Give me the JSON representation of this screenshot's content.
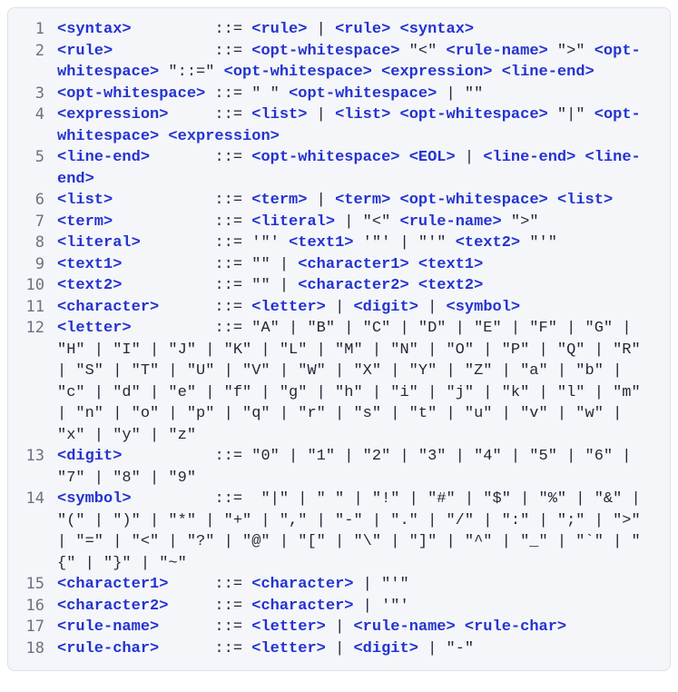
{
  "colors": {
    "page_bg": "#ffffff",
    "panel_bg": "#f4f6f9",
    "panel_border": "#dbe1e8",
    "tag": "#2433d0",
    "text": "#23283a",
    "gutter": "#6b7380"
  },
  "code": {
    "language": "bnf",
    "lines": [
      {
        "n": 1,
        "s": [
          [
            "t",
            "<syntax>"
          ],
          [
            "p",
            "         ::= "
          ],
          [
            "t",
            "<rule>"
          ],
          [
            "p",
            " | "
          ],
          [
            "t",
            "<rule>"
          ],
          [
            "p",
            " "
          ],
          [
            "t",
            "<syntax>"
          ]
        ]
      },
      {
        "n": 2,
        "s": [
          [
            "t",
            "<rule>"
          ],
          [
            "p",
            "           ::= "
          ],
          [
            "t",
            "<opt-whitespace>"
          ],
          [
            "p",
            " \"<\" "
          ],
          [
            "t",
            "<rule-name>"
          ],
          [
            "p",
            " \">\" "
          ],
          [
            "t",
            "<opt-whitespace>"
          ],
          [
            "p",
            " \"::=\" "
          ],
          [
            "t",
            "<opt-whitespace>"
          ],
          [
            "p",
            " "
          ],
          [
            "t",
            "<expression>"
          ],
          [
            "p",
            " "
          ],
          [
            "t",
            "<line-end>"
          ]
        ]
      },
      {
        "n": 3,
        "s": [
          [
            "t",
            "<opt-whitespace>"
          ],
          [
            "p",
            " ::= \" \" "
          ],
          [
            "t",
            "<opt-whitespace>"
          ],
          [
            "p",
            " | \"\""
          ]
        ]
      },
      {
        "n": 4,
        "s": [
          [
            "t",
            "<expression>"
          ],
          [
            "p",
            "     ::= "
          ],
          [
            "t",
            "<list>"
          ],
          [
            "p",
            " | "
          ],
          [
            "t",
            "<list>"
          ],
          [
            "p",
            " "
          ],
          [
            "t",
            "<opt-whitespace>"
          ],
          [
            "p",
            " \"|\" "
          ],
          [
            "t",
            "<opt-whitespace>"
          ],
          [
            "p",
            " "
          ],
          [
            "t",
            "<expression>"
          ]
        ]
      },
      {
        "n": 5,
        "s": [
          [
            "t",
            "<line-end>"
          ],
          [
            "p",
            "       ::= "
          ],
          [
            "t",
            "<opt-whitespace>"
          ],
          [
            "p",
            " "
          ],
          [
            "t",
            "<EOL>"
          ],
          [
            "p",
            " | "
          ],
          [
            "t",
            "<line-end>"
          ],
          [
            "p",
            " "
          ],
          [
            "t",
            "<line-end>"
          ]
        ]
      },
      {
        "n": 6,
        "s": [
          [
            "t",
            "<list>"
          ],
          [
            "p",
            "           ::= "
          ],
          [
            "t",
            "<term>"
          ],
          [
            "p",
            " | "
          ],
          [
            "t",
            "<term>"
          ],
          [
            "p",
            " "
          ],
          [
            "t",
            "<opt-whitespace>"
          ],
          [
            "p",
            " "
          ],
          [
            "t",
            "<list>"
          ]
        ]
      },
      {
        "n": 7,
        "s": [
          [
            "t",
            "<term>"
          ],
          [
            "p",
            "           ::= "
          ],
          [
            "t",
            "<literal>"
          ],
          [
            "p",
            " | \"<\" "
          ],
          [
            "t",
            "<rule-name>"
          ],
          [
            "p",
            " \">\""
          ]
        ]
      },
      {
        "n": 8,
        "s": [
          [
            "t",
            "<literal>"
          ],
          [
            "p",
            "        ::= '\"' "
          ],
          [
            "t",
            "<text1>"
          ],
          [
            "p",
            " '\"' | \"'\" "
          ],
          [
            "t",
            "<text2>"
          ],
          [
            "p",
            " \"'\""
          ]
        ]
      },
      {
        "n": 9,
        "s": [
          [
            "t",
            "<text1>"
          ],
          [
            "p",
            "          ::= \"\" | "
          ],
          [
            "t",
            "<character1>"
          ],
          [
            "p",
            " "
          ],
          [
            "t",
            "<text1>"
          ]
        ]
      },
      {
        "n": 10,
        "s": [
          [
            "t",
            "<text2>"
          ],
          [
            "p",
            "          ::= \"\" | "
          ],
          [
            "t",
            "<character2>"
          ],
          [
            "p",
            " "
          ],
          [
            "t",
            "<text2>"
          ]
        ]
      },
      {
        "n": 11,
        "s": [
          [
            "t",
            "<character>"
          ],
          [
            "p",
            "      ::= "
          ],
          [
            "t",
            "<letter>"
          ],
          [
            "p",
            " | "
          ],
          [
            "t",
            "<digit>"
          ],
          [
            "p",
            " | "
          ],
          [
            "t",
            "<symbol>"
          ]
        ]
      },
      {
        "n": 12,
        "s": [
          [
            "t",
            "<letter>"
          ],
          [
            "p",
            "         ::= \"A\" | \"B\" | \"C\" | \"D\" | \"E\" | \"F\" | \"G\" | \"H\" | \"I\" | \"J\" | \"K\" | \"L\" | \"M\" | \"N\" | \"O\" | \"P\" | \"Q\" | \"R\" | \"S\" | \"T\" | \"U\" | \"V\" | \"W\" | \"X\" | \"Y\" | \"Z\" | \"a\" | \"b\" | \"c\" | \"d\" | \"e\" | \"f\" | \"g\" | \"h\" | \"i\" | \"j\" | \"k\" | \"l\" | \"m\" | \"n\" | \"o\" | \"p\" | \"q\" | \"r\" | \"s\" | \"t\" | \"u\" | \"v\" | \"w\" | \"x\" | \"y\" | \"z\""
          ]
        ]
      },
      {
        "n": 13,
        "s": [
          [
            "t",
            "<digit>"
          ],
          [
            "p",
            "          ::= \"0\" | \"1\" | \"2\" | \"3\" | \"4\" | \"5\" | \"6\" | \"7\" | \"8\" | \"9\""
          ]
        ]
      },
      {
        "n": 14,
        "s": [
          [
            "t",
            "<symbol>"
          ],
          [
            "p",
            "         ::=  \"|\" | \" \" | \"!\" | \"#\" | \"$\" | \"%\" | \"&\" | \"(\" | \")\" | \"*\" | \"+\" | \",\" | \"-\" | \".\" | \"/\" | \":\" | \";\" | \">\" | \"=\" | \"<\" | \"?\" | \"@\" | \"[\" | \"\\\" | \"]\" | \"^\" | \"_\" | \"`\" | \"{\" | \"}\" | \"~\""
          ]
        ]
      },
      {
        "n": 15,
        "s": [
          [
            "t",
            "<character1>"
          ],
          [
            "p",
            "     ::= "
          ],
          [
            "t",
            "<character>"
          ],
          [
            "p",
            " | \"'\""
          ]
        ]
      },
      {
        "n": 16,
        "s": [
          [
            "t",
            "<character2>"
          ],
          [
            "p",
            "     ::= "
          ],
          [
            "t",
            "<character>"
          ],
          [
            "p",
            " | '\"'"
          ]
        ]
      },
      {
        "n": 17,
        "s": [
          [
            "t",
            "<rule-name>"
          ],
          [
            "p",
            "      ::= "
          ],
          [
            "t",
            "<letter>"
          ],
          [
            "p",
            " | "
          ],
          [
            "t",
            "<rule-name>"
          ],
          [
            "p",
            " "
          ],
          [
            "t",
            "<rule-char>"
          ]
        ]
      },
      {
        "n": 18,
        "s": [
          [
            "t",
            "<rule-char>"
          ],
          [
            "p",
            "      ::= "
          ],
          [
            "t",
            "<letter>"
          ],
          [
            "p",
            " | "
          ],
          [
            "t",
            "<digit>"
          ],
          [
            "p",
            " | \"-\""
          ]
        ]
      }
    ]
  }
}
